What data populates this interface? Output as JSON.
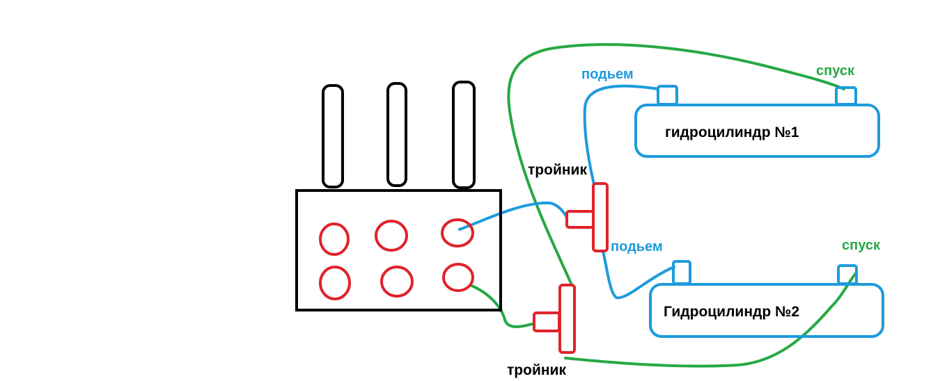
{
  "colors": {
    "black": "#000000",
    "red": "#e0232b",
    "blue": "#1e9bdc",
    "green": "#27a844"
  },
  "labels": {
    "tee_top": "тройник",
    "tee_bottom": "тройник",
    "cyl1_name": "гидроцилиндр №1",
    "cyl2_name": "Гидроцилиндр №2",
    "cyl1_lift": "подьем",
    "cyl1_lower": "спуск",
    "cyl2_lift": "подьем",
    "cyl2_lower": "спуск"
  },
  "valve_block": {
    "levers": 3,
    "ports": 6
  }
}
